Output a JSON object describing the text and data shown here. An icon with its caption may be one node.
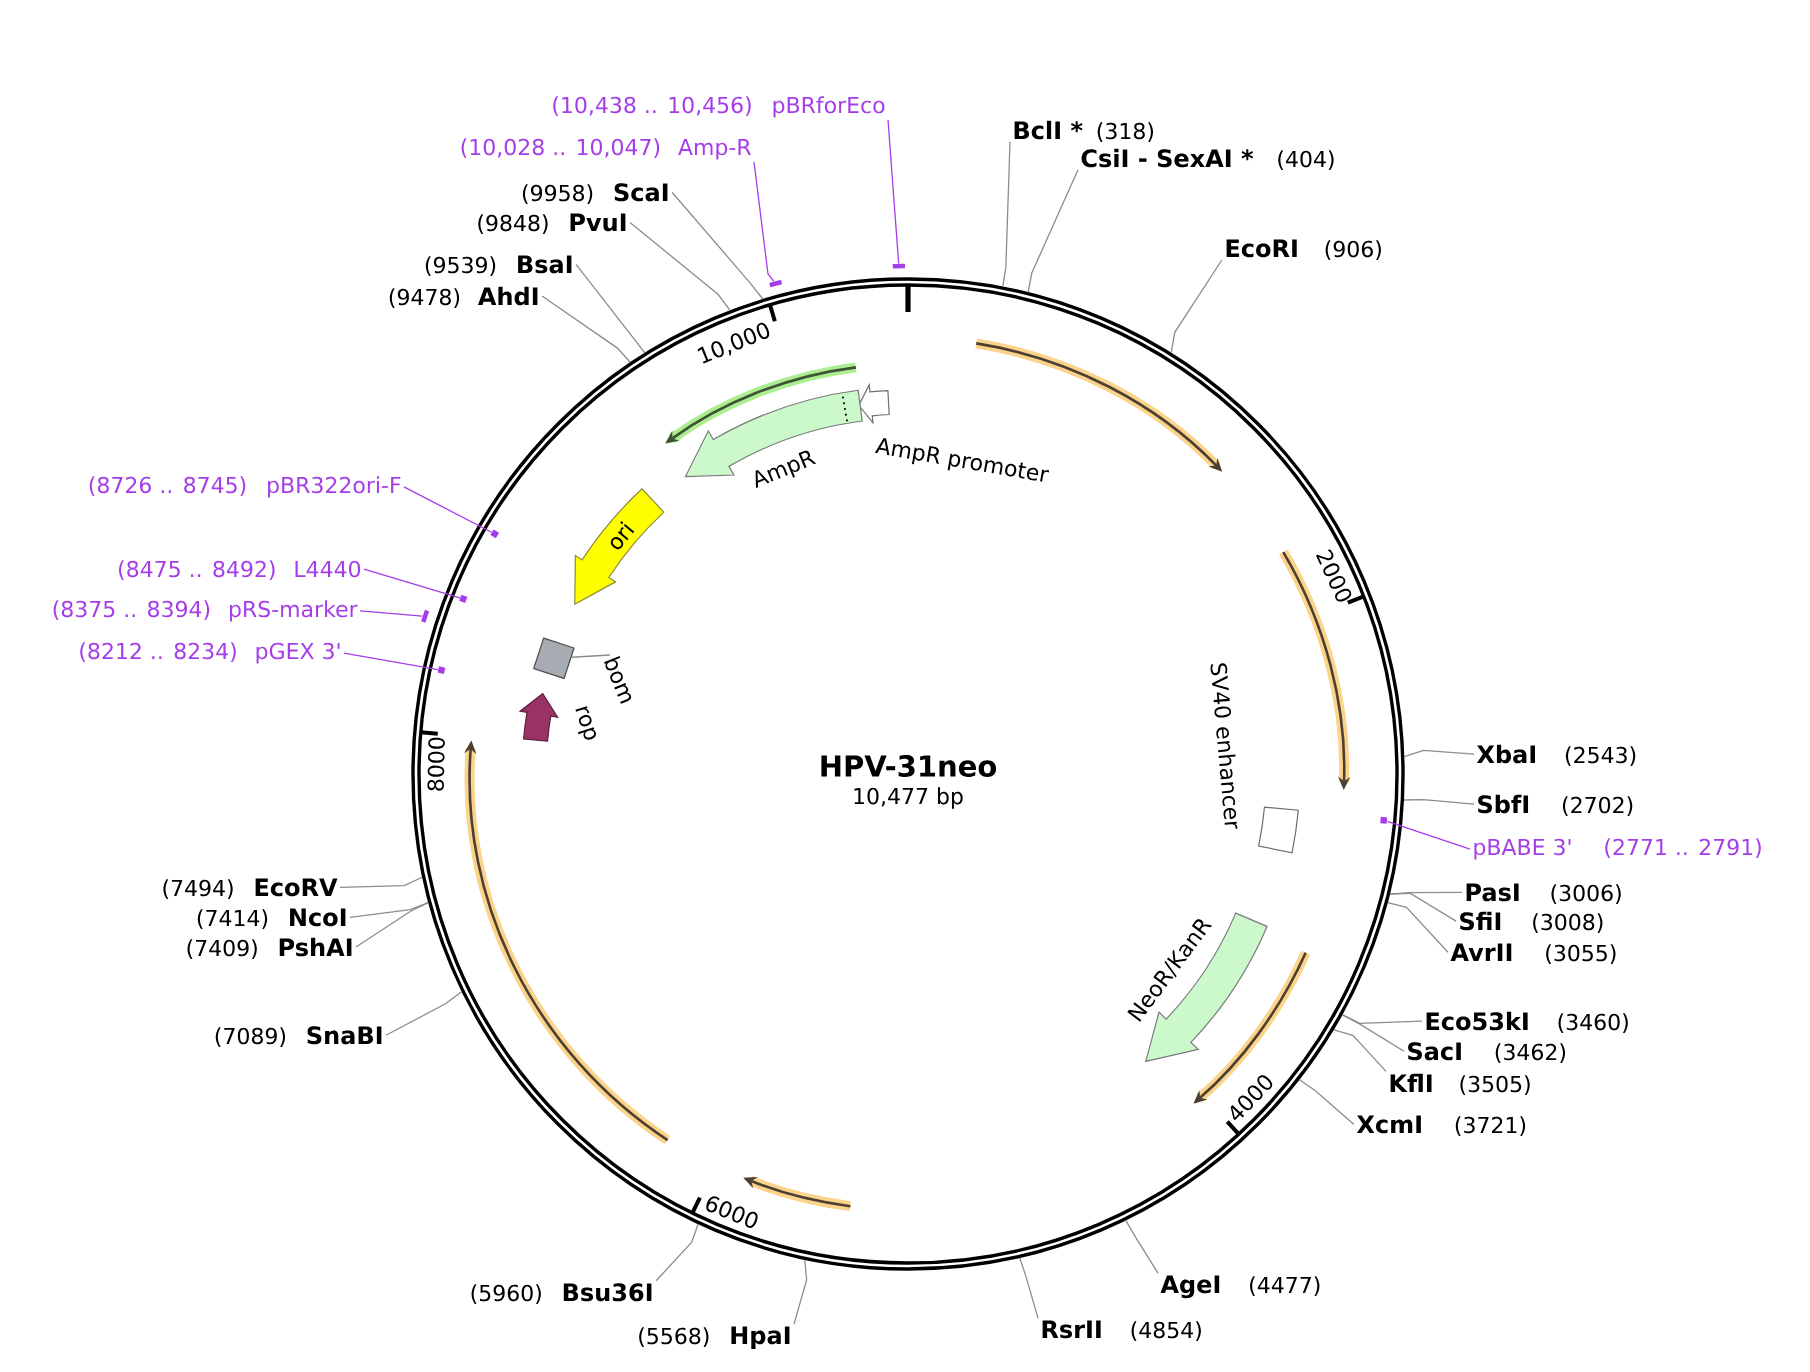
{
  "diagram": {
    "nodes": [
      {
        "text": [
          "HPV-31neo",
          "10,477 bp"
        ]
      },
      {
        "text": [
          "AmpR promoter"
        ],
        "in": 0
      },
      {
        "text": [
          "AmpR"
        ],
        "in": 0
      },
      {
        "text": [
          "ori"
        ],
        "in": 0
      },
      {
        "text": [],
        "shape": "box",
        "in": 0
      },
      {
        "text": [
          "bom"
        ],
        "in": 0
      },
      {
        "text": [
          "rop"
        ],
        "in": 0
      },
      {
        "text": [
          "SV40 enhancer"
        ],
        "in": 0
      },
      {
        "text": [
          "NeoR/KanR"
        ],
        "in": 0
      },
      {
        "text": [
          "(10,438 .. 10,456)",
          "pBRforEco"
        ]
      },
      {
        "text": [],
        "shape": "bar"
      },
      {
        "text": [
          "BclI *",
          "(318)"
        ]
      },
      {
        "text": [
          "(10,028 .. 10,047)",
          "Amp-R"
        ]
      },
      {
        "text": [],
        "shape": "bar"
      },
      {
        "text": [
          "CsiI - SexAI *",
          "(404)"
        ]
      },
      {
        "text": [
          "(9958)",
          "ScaI"
        ]
      },
      {
        "text": [
          "(9848)",
          "PvuI"
        ]
      },
      {
        "text": [
          "EcoRI",
          "(906)"
        ]
      },
      {
        "text": [
          "(9539)",
          "BsaI"
        ]
      },
      {
        "text": [
          "(9478)",
          "AhdI"
        ]
      },
      {
        "text": [
          "(8726 .. 8745)",
          "pBR322ori-F"
        ]
      },
      {
        "text": [],
        "shape": "box",
        "in": 0
      },
      {
        "text": [
          "(8475 .. 8492)",
          "L4440"
        ]
      },
      {
        "text": [],
        "shape": "box",
        "in": 0
      },
      {
        "text": [
          "(8375 .. 8394)",
          "pRS-marker"
        ]
      },
      {
        "text": [],
        "shape": "bar"
      },
      {
        "text": [
          "(8212 .. 8234)",
          "pGEX 3'"
        ]
      },
      {
        "text": [],
        "shape": "box",
        "in": 0
      },
      {
        "text": [
          "XbaI",
          "(2543)"
        ]
      },
      {
        "text": [
          "SbfI",
          "(2702)"
        ]
      },
      {
        "text": [
          "pBABE 3'",
          "(2771 .. 2791)"
        ]
      },
      {
        "text": [],
        "shape": "box",
        "in": 0
      },
      {
        "text": [
          "(7494)",
          "EcoRV"
        ]
      },
      {
        "text": [
          "PasI",
          "(3006)"
        ]
      },
      {
        "text": [
          "(7414)",
          "NcoI"
        ]
      },
      {
        "text": [
          "SfiI",
          "(3008)"
        ]
      },
      {
        "text": [
          "(7409)",
          "PshAI"
        ]
      },
      {
        "text": [
          "AvrII",
          "(3055)"
        ]
      },
      {
        "text": [
          "Eco53kI",
          "(3460)"
        ]
      },
      {
        "text": [
          "(7089)",
          "SnaBI"
        ]
      },
      {
        "text": [
          "SacI",
          "(3462)"
        ]
      },
      {
        "text": [
          "KflI",
          "(3505)"
        ]
      },
      {
        "text": [
          "XcmI",
          "(3721)"
        ]
      },
      {
        "text": [
          "AgeI",
          "(4477)"
        ]
      },
      {
        "text": [
          "(5960)",
          "Bsu36I"
        ]
      },
      {
        "text": [
          "RsrII",
          "(4854)"
        ]
      },
      {
        "text": [
          "(5568)",
          "HpaI"
        ]
      }
    ],
    "edges": [
      {
        "from": 5,
        "to": 4,
        "arrow": "none"
      },
      {
        "from": 9,
        "to": 10,
        "arrow": "none",
        "color": "#a53de8"
      },
      {
        "from": 11,
        "to": 0,
        "arrow": "none"
      },
      {
        "from": 12,
        "to": 13,
        "arrow": "none",
        "color": "#a53de8"
      },
      {
        "from": 14,
        "to": 0,
        "arrow": "none"
      },
      {
        "from": 15,
        "to": 0,
        "arrow": "none"
      },
      {
        "from": 16,
        "to": 0,
        "arrow": "none"
      },
      {
        "from": 17,
        "to": 0,
        "arrow": "none"
      },
      {
        "from": 18,
        "to": 0,
        "arrow": "none"
      },
      {
        "from": 19,
        "to": 0,
        "arrow": "none"
      },
      {
        "from": 20,
        "to": 21,
        "arrow": "none",
        "color": "#a53de8"
      },
      {
        "from": 22,
        "to": 23,
        "arrow": "none",
        "color": "#a53de8"
      },
      {
        "from": 24,
        "to": 25,
        "arrow": "none",
        "color": "#a53de8"
      },
      {
        "from": 26,
        "to": 27,
        "arrow": "none",
        "color": "#a53de8"
      },
      {
        "from": 28,
        "to": 0,
        "arrow": "none"
      },
      {
        "from": 29,
        "to": 0,
        "arrow": "none"
      },
      {
        "from": 30,
        "to": 31,
        "arrow": "none",
        "color": "#a53de8"
      },
      {
        "from": 32,
        "to": 0,
        "arrow": "none"
      },
      {
        "from": 33,
        "to": 0,
        "arrow": "none"
      },
      {
        "from": 34,
        "to": 0,
        "arrow": "none"
      },
      {
        "from": 35,
        "to": 0,
        "arrow": "none"
      },
      {
        "from": 36,
        "to": 0,
        "arrow": "none"
      },
      {
        "from": 37,
        "to": 0,
        "arrow": "none"
      },
      {
        "from": 38,
        "to": 0,
        "arrow": "none"
      },
      {
        "from": 39,
        "to": 0,
        "arrow": "none"
      },
      {
        "from": 40,
        "to": 0,
        "arrow": "none"
      },
      {
        "from": 41,
        "to": 0,
        "arrow": "none"
      },
      {
        "from": 42,
        "to": 0,
        "arrow": "none"
      },
      {
        "from": 43,
        "to": 0,
        "arrow": "none"
      },
      {
        "from": 44,
        "to": 0,
        "arrow": "none"
      },
      {
        "from": 45,
        "to": 0,
        "arrow": "none"
      },
      {
        "from": 46,
        "to": 0,
        "arrow": "none"
      }
    ],
    "labels": [
      "10,000",
      "2000",
      "8000",
      "4000",
      "6000"
    ]
  }
}
